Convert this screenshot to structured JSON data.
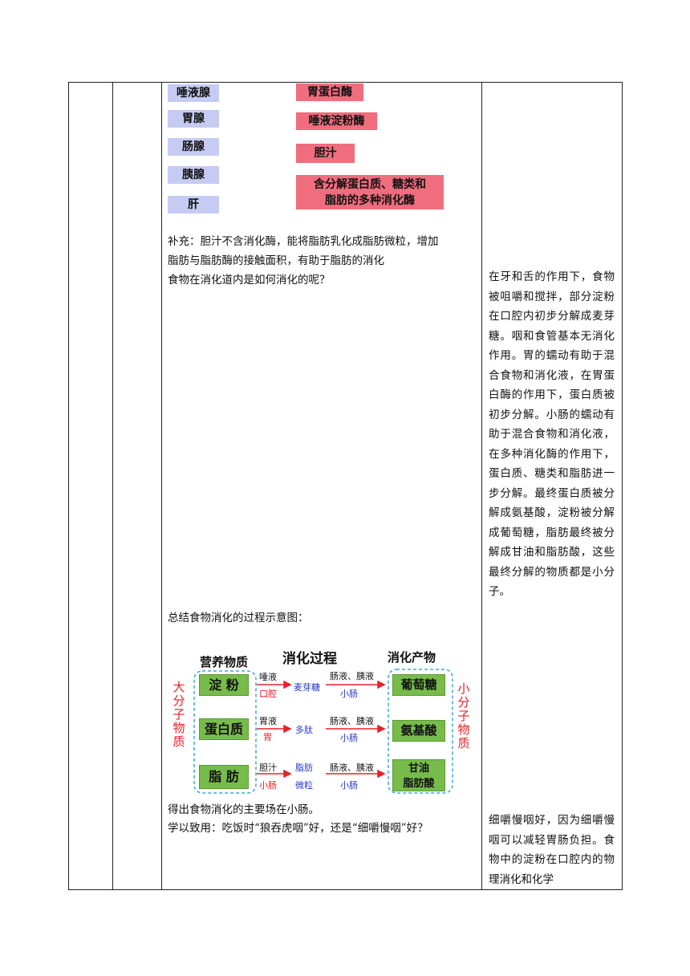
{
  "glands": [
    "唾液腺",
    "胃腺",
    "肠腺",
    "胰腺",
    "肝"
  ],
  "enzymes": [
    "胃蛋白酶",
    "唾液淀粉酶",
    "胆汁",
    "含分解蛋白质、糖类和",
    "脂肪的多种消化酶"
  ],
  "supplement_line1": "补充：胆汁不含消化酶，能将脂肪乳化成脂肪微粒，增加",
  "supplement_line2": "脂肪与脂肪酶的接触面积，有助于脂肪的消化",
  "question": "食物在消化道内是如何消化的呢？",
  "summary_intro": "总结食物消化的过程示意图：",
  "conclusion": "得出食物消化的主要场在小肠。",
  "application": "学以致用：吃饭时“狼吞虎咽”好，还是“细嚼慢咽”好？",
  "right_answer1": "在牙和舌的作用下，食物被咀嚼和搅拌，部分淀粉在口腔内初步分解成麦芽糖。咽和食管基本无消化作用。胃的蠕动有助于混合食物和消化液，在胃蛋白酶的作用下，蛋白质被初步分解。小肠的蠕动有助于混合食物和消化液，在多种消化酶的作用下，蛋白质、糖类和脂肪进一步分解。最终蛋白质被分解成氨基酸，淀粉被分解成葡萄糖，脂肪最终被分解成甘油和脂肪酸，这些最终分解的物质都是小分子。",
  "right_answer2": "细嚼慢咽好，因为细嚼慢咽可以减轻胃肠负担。食物中的淀粉在口腔内的物理消化和化学",
  "diagram": {
    "col_nutrients": "营养物质",
    "col_process": "消化过程",
    "col_products": "消化产物",
    "left_label": [
      "大",
      "分",
      "子",
      "物",
      "质"
    ],
    "right_label": [
      "小",
      "分",
      "子",
      "物",
      "质"
    ],
    "rows": [
      {
        "nutrient": "淀 粉",
        "juice1": "唾液",
        "site1": "口腔",
        "mid": "麦芽糖",
        "juice2": "肠液、胰液",
        "site2": "小肠",
        "product": "葡萄糖"
      },
      {
        "nutrient": "蛋白质",
        "juice1": "胃液",
        "site1": "胃",
        "mid": "多肽",
        "juice2": "肠液、胰液",
        "site2": "小肠",
        "product": "氨基酸"
      },
      {
        "nutrient": "脂  肪",
        "juice1": "胆汁",
        "site1": "小肠",
        "mid": "脂肪",
        "mid2": "微粒",
        "juice2": "肠液、胰液",
        "site2": "小肠",
        "product": "甘油",
        "product2": "脂肪酸"
      }
    ],
    "colors": {
      "box": "#77bc4a",
      "red": "#e8202a",
      "blue": "#2a39c8",
      "dash": "#3aa9df"
    }
  }
}
